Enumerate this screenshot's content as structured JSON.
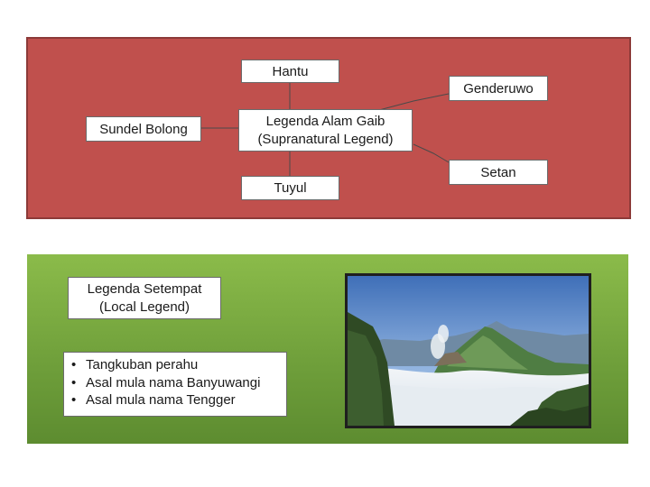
{
  "slide1": {
    "center": {
      "line1": "Legenda Alam Gaib",
      "line2": "(Supranatural Legend)"
    },
    "hantu": "Hantu",
    "genderuwo": "Genderuwo",
    "sundel_bolong": "Sundel Bolong",
    "setan": "Setan",
    "tuyul": "Tuyul"
  },
  "slide2": {
    "title": {
      "line1": "Legenda Setempat",
      "line2": "(Local Legend)"
    },
    "items": [
      "Tangkuban perahu",
      "Asal mula nama Banyuwangi",
      "Asal mula nama Tengger"
    ]
  },
  "colors": {
    "red_panel": "#c0504d",
    "green_panel": "#7aab40"
  },
  "icons": {
    "photo": "mountain-landscape-photo"
  }
}
